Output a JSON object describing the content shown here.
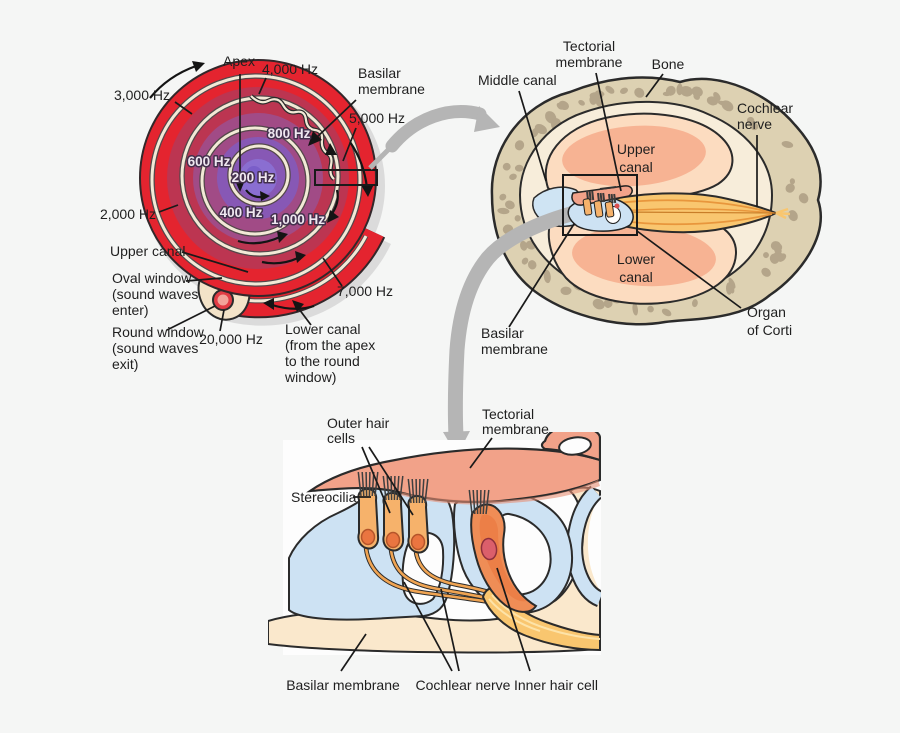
{
  "colors": {
    "background": "#f5f6f5",
    "band_red": "#e4242f",
    "band_crimson": "#bc3551",
    "band_mauve": "#a14b86",
    "band_purple": "#8758b5",
    "band_core": "#8a6ed1",
    "channel_cream": "#f2e9d6",
    "window_oval": "#f2938b",
    "window_round": "#e23b44",
    "window_round_center": "#f2a39a",
    "cap_cream": "#f3e3c8",
    "bone": "#ddd1b2",
    "pebble": "#b4a58a",
    "bone_inner": "#f7edda",
    "canal_outer": "#fcdcc0",
    "canal_inner": "#f6ae8e",
    "middle_canal_blue": "#cfe4f3",
    "nerve_yellow": "#f9c66f",
    "nerve_stripe": "#e8963c",
    "tectorial": "#f2a289",
    "support_blue": "#cde2f3",
    "hair_cell": "#f6b26b",
    "inner_hair_cell": "#ef8d56",
    "nucleus": "#ea7540",
    "inner_nucleus": "#db5f6b",
    "arrow_gray": "#b5b5b5",
    "outline": "#2b2b2b"
  },
  "spiral": {
    "labels": {
      "apex": "Apex",
      "f4000": "4,000 Hz",
      "f3000": "3,000 Hz",
      "f5000": "5,000 Hz",
      "f2000": "2,000 Hz",
      "f7000": "7,000 Hz",
      "f20000": "20,000 Hz",
      "f800": "800 Hz",
      "f600": "600 Hz",
      "f200": "200 Hz",
      "f400": "400 Hz",
      "f1000": "1,000 Hz",
      "basilar": [
        "Basilar",
        "membrane"
      ],
      "upper_canal": "Upper canal",
      "oval": [
        "Oval window",
        "(sound waves",
        "enter)"
      ],
      "round": [
        "Round window",
        "(sound waves",
        "exit)"
      ],
      "lower": [
        "Lower canal",
        "(from the apex",
        "to the round",
        "window)"
      ]
    }
  },
  "cross": {
    "labels": {
      "tectorial": [
        "Tectorial",
        "membrane"
      ],
      "bone": "Bone",
      "middle": "Middle canal",
      "cochlear": [
        "Cochlear",
        "nerve"
      ],
      "upper": [
        "Upper",
        "canal"
      ],
      "lower": [
        "Lower",
        "canal"
      ],
      "basilar": [
        "Basilar",
        "membrane"
      ],
      "organ": [
        "Organ",
        "of Corti"
      ]
    }
  },
  "organ": {
    "labels": {
      "outer": [
        "Outer hair",
        "cells"
      ],
      "tectorial": [
        "Tectorial",
        "membrane"
      ],
      "stereocilia": "Stereocilia",
      "basilar": "Basilar membrane",
      "cochlear": "Cochlear nerve",
      "inner": "Inner hair cell"
    }
  }
}
